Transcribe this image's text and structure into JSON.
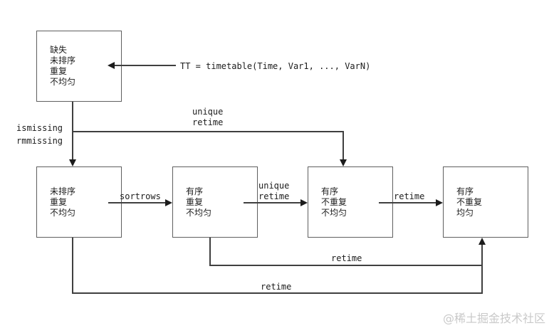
{
  "diagram": {
    "title_code": "TT = timetable(Time, Var1, ..., VarN)",
    "boxes": [
      {
        "id": "initial",
        "lines": [
          "缺失",
          "未排序",
          "重复",
          "不均匀"
        ]
      },
      {
        "id": "unsorted",
        "lines": [
          "未排序",
          "重复",
          "不均匀"
        ]
      },
      {
        "id": "sorted-dup",
        "lines": [
          "有序",
          "重复",
          "不均匀"
        ]
      },
      {
        "id": "sorted-unique",
        "lines": [
          "有序",
          "不重复",
          "不均匀"
        ]
      },
      {
        "id": "sorted-regular",
        "lines": [
          "有序",
          "不重复",
          "均匀"
        ]
      }
    ],
    "labels": {
      "ismissing": "ismissing",
      "rmmissing": "rmmissing",
      "top_unique": "unique",
      "top_retime": "retime",
      "sortrows": "sortrows",
      "mid_unique": "unique",
      "mid_retime": "retime",
      "retime_4_to_5": "retime",
      "retime_feedback_mid": "retime",
      "retime_feedback_bottom": "retime"
    },
    "watermark": "@稀土掘金技术社区",
    "colors": {
      "background": "#ffffff",
      "line": "#3f3f3f",
      "box_border": "#5f5f5f",
      "text": "#1c1c1c",
      "watermark": "#c9c9c9"
    }
  }
}
